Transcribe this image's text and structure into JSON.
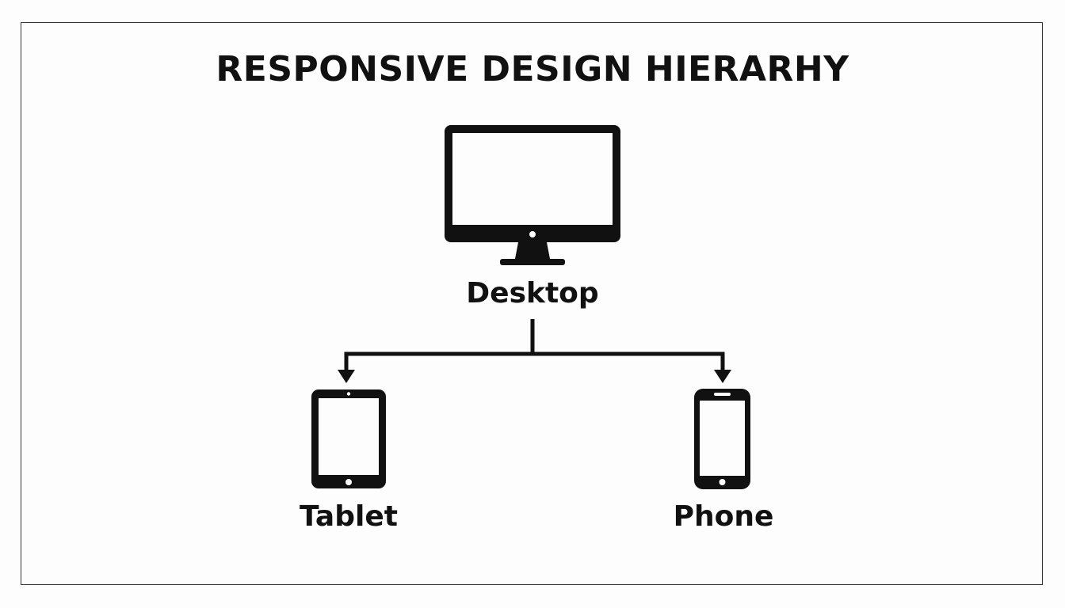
{
  "title": "RESPONSIVE DESIGN HIERARHY",
  "nodes": {
    "desktop": {
      "label": "Desktop",
      "icon": "desktop-monitor-icon"
    },
    "tablet": {
      "label": "Tablet",
      "icon": "tablet-icon"
    },
    "phone": {
      "label": "Phone",
      "icon": "smartphone-icon"
    }
  },
  "edges": [
    {
      "from": "desktop",
      "to": "tablet"
    },
    {
      "from": "desktop",
      "to": "phone"
    }
  ],
  "colors": {
    "ink": "#111111",
    "background": "#fdfdfd",
    "frame": "#333333"
  }
}
